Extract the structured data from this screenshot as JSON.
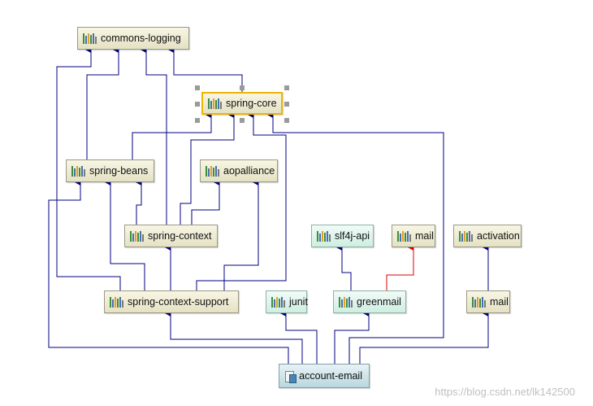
{
  "colors": {
    "edge": "#000080",
    "conflict_edge": "#e00000",
    "selection": "#f0b400"
  },
  "nodes": {
    "commons_logging": "commons-logging",
    "spring_core": "spring-core",
    "spring_beans": "spring-beans",
    "aopalliance": "aopalliance",
    "spring_context": "spring-context",
    "slf4j_api": "slf4j-api",
    "mail_top": "mail",
    "activation": "activation",
    "spring_context_support": "spring-context-support",
    "junit": "junit",
    "greenmail": "greenmail",
    "mail_bottom": "mail",
    "account_email": "account-email"
  },
  "icons": {
    "library": "library-jar-icon",
    "project": "maven-project-icon"
  },
  "watermark": "https://blog.csdn.net/lk142500"
}
